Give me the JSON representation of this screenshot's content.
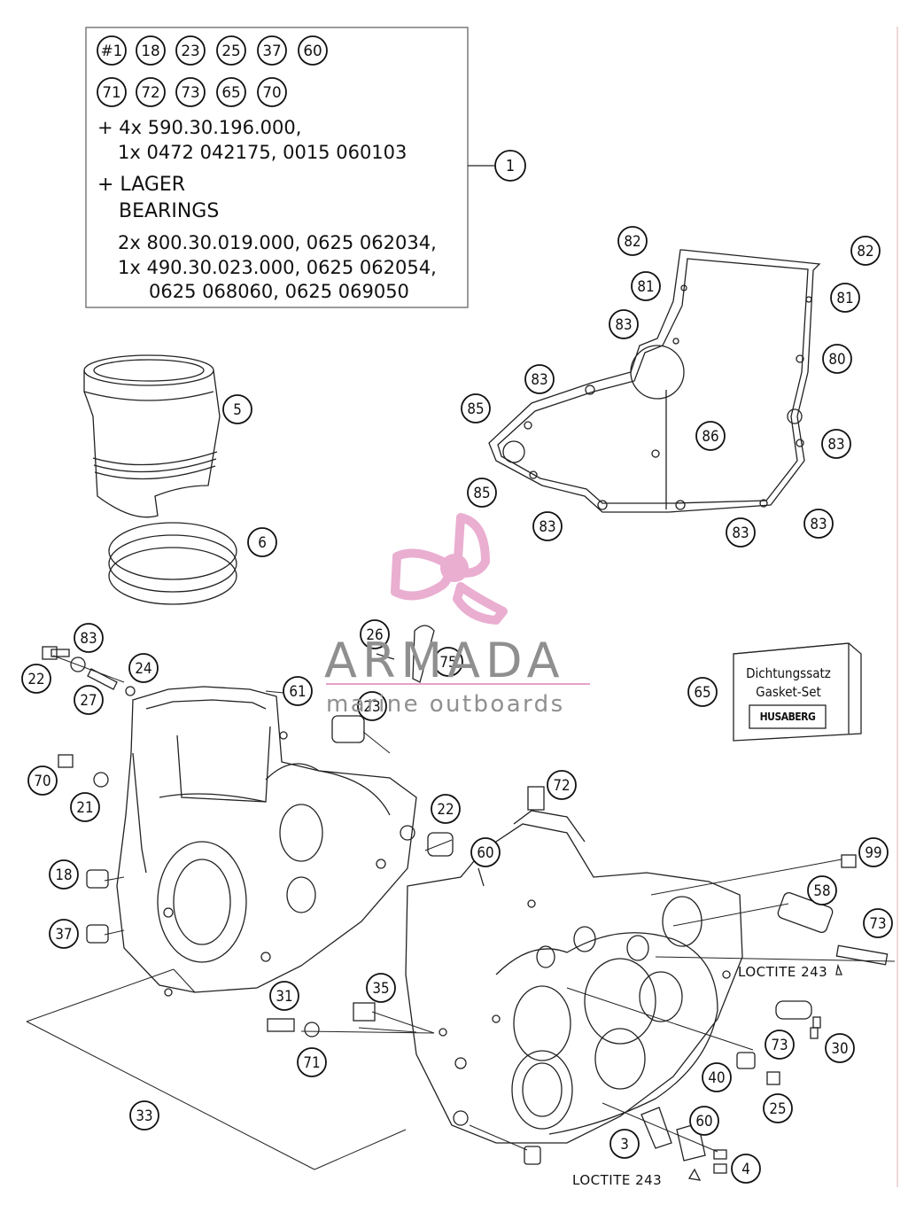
{
  "kit": {
    "badges": [
      "#1",
      "18",
      "23",
      "25",
      "37",
      "60",
      "71",
      "72",
      "73",
      "65",
      "70"
    ],
    "line1": "+ 4x 590.30.196.000,",
    "line2": "1x 0472 042175, 0015 060103",
    "line3": "+ LAGER",
    "line4": "BEARINGS",
    "line5": "2x 800.30.019.000, 0625 062034,",
    "line6": "1x 490.30.023.000, 0625 062054,",
    "line7": "0625 068060, 0625 069050",
    "ref": "1"
  },
  "loctite_upper": "LOCTITE 243",
  "loctite_lower": "LOCTITE 243",
  "gasket_set": {
    "line1": "Dichtungssatz",
    "line2": "Gasket-Set",
    "brand": "HUSABERG"
  },
  "watermark": {
    "name": "ARMADA",
    "tagline": "marine outboards",
    "brand_color": "#e7a1c9"
  },
  "callouts": [
    "5",
    "6",
    "82",
    "82",
    "81",
    "81",
    "83",
    "80",
    "83",
    "85",
    "86",
    "83",
    "85",
    "83",
    "83",
    "83",
    "83",
    "22",
    "24",
    "27",
    "26",
    "75",
    "61",
    "23",
    "70",
    "21",
    "22",
    "72",
    "65",
    "99",
    "60",
    "58",
    "18",
    "73",
    "37",
    "73",
    "30",
    "31",
    "35",
    "71",
    "40",
    "25",
    "60",
    "3",
    "4",
    "33",
    "#1"
  ]
}
